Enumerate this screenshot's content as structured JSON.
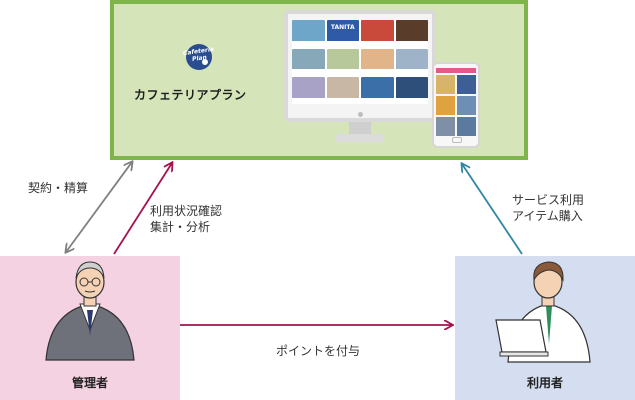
{
  "platform": {
    "logo_text": "Cafeteria Plan",
    "title": "カフェテリアプラン",
    "desktop_tiles": [
      {
        "caption": "",
        "color": "#6ea6c9"
      },
      {
        "caption": "TANITA",
        "color": "#2f5aa8"
      },
      {
        "caption": "",
        "color": "#c94a3a"
      },
      {
        "caption": "",
        "color": "#5a3c2a"
      },
      {
        "caption": "",
        "color": "#86a8b8"
      },
      {
        "caption": "",
        "color": "#b7c89a"
      },
      {
        "caption": "",
        "color": "#e2b48a"
      },
      {
        "caption": "",
        "color": "#9fb3c8"
      },
      {
        "caption": "",
        "color": "#a7a2c6"
      },
      {
        "caption": "",
        "color": "#c9b7a5"
      },
      {
        "caption": "",
        "color": "#3a6fa8"
      },
      {
        "caption": "",
        "color": "#2d4f7a"
      }
    ],
    "phone_tiles": [
      {
        "color": "#d8b36a"
      },
      {
        "color": "#3d5f95"
      },
      {
        "color": "#e0a23e"
      },
      {
        "color": "#6d8fb6"
      },
      {
        "color": "#7f8fa6"
      },
      {
        "color": "#5b7aa0"
      }
    ]
  },
  "admin": {
    "label": "管理者",
    "panel_color": "#f5d2e2"
  },
  "user": {
    "label": "利用者",
    "panel_color": "#d4def0"
  },
  "flows": {
    "contract": "契約・精算",
    "usage_line1": "利用状況確認",
    "usage_line2": "集計・分析",
    "service_line1": "サービス利用",
    "service_line2": "アイテム購入",
    "points": "ポイントを付与"
  },
  "colors": {
    "platform_fill": "#d5e5b9",
    "platform_border": "#7db54a",
    "gray_arrow": "#808080",
    "crimson_arrow": "#a3134f",
    "teal_arrow": "#2f86a8"
  }
}
